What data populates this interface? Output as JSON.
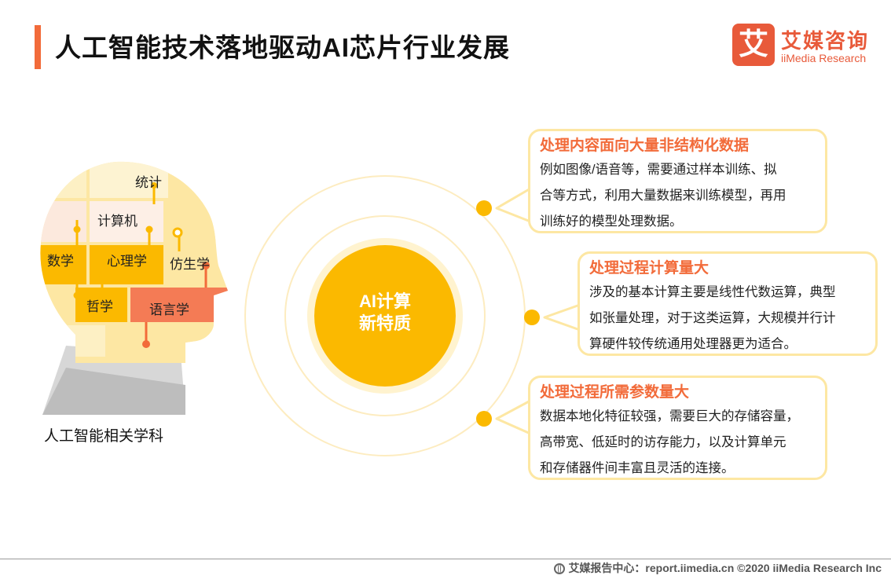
{
  "header": {
    "title": "人工智能技术落地驱动AI芯片行业发展",
    "accent": "#f26b3a"
  },
  "logo": {
    "mark": "艾",
    "name_cn": "艾媒咨询",
    "name_en": "iiMedia Research",
    "color": "#e85a3a"
  },
  "head": {
    "caption": "人工智能相关学科",
    "labels": {
      "stats": "统计",
      "computer": "计算机",
      "math": "数学",
      "psychology": "心理学",
      "bionics": "仿生学",
      "philosophy": "哲学",
      "linguistics": "语言学"
    }
  },
  "core": {
    "line1": "AI计算",
    "line2": "新特质",
    "color": "#fbb900"
  },
  "cards": [
    {
      "title": "处理内容面向大量非结构化数据",
      "lines": [
        "例如图像/语音等，需要通过样本训练、拟",
        "合等方式，利用大量数据来训练模型，再用",
        "训练好的模型处理数据。"
      ]
    },
    {
      "title": "处理过程计算量大",
      "lines": [
        "涉及的基本计算主要是线性代数运算，典型",
        "如张量处理，对于这类运算，大规模并行计",
        "算硬件较传统通用处理器更为适合。"
      ]
    },
    {
      "title": "处理过程所需参数量大",
      "lines": [
        "数据本地化特征较强，需要巨大的存储容量，",
        "高带宽、低延时的访存能力，以及计算单元",
        "和存储器件间丰富且灵活的连接。"
      ]
    }
  ],
  "footer": {
    "text": "艾媒报告中心：report.iimedia.cn  ©2020  iiMedia Research  Inc"
  }
}
